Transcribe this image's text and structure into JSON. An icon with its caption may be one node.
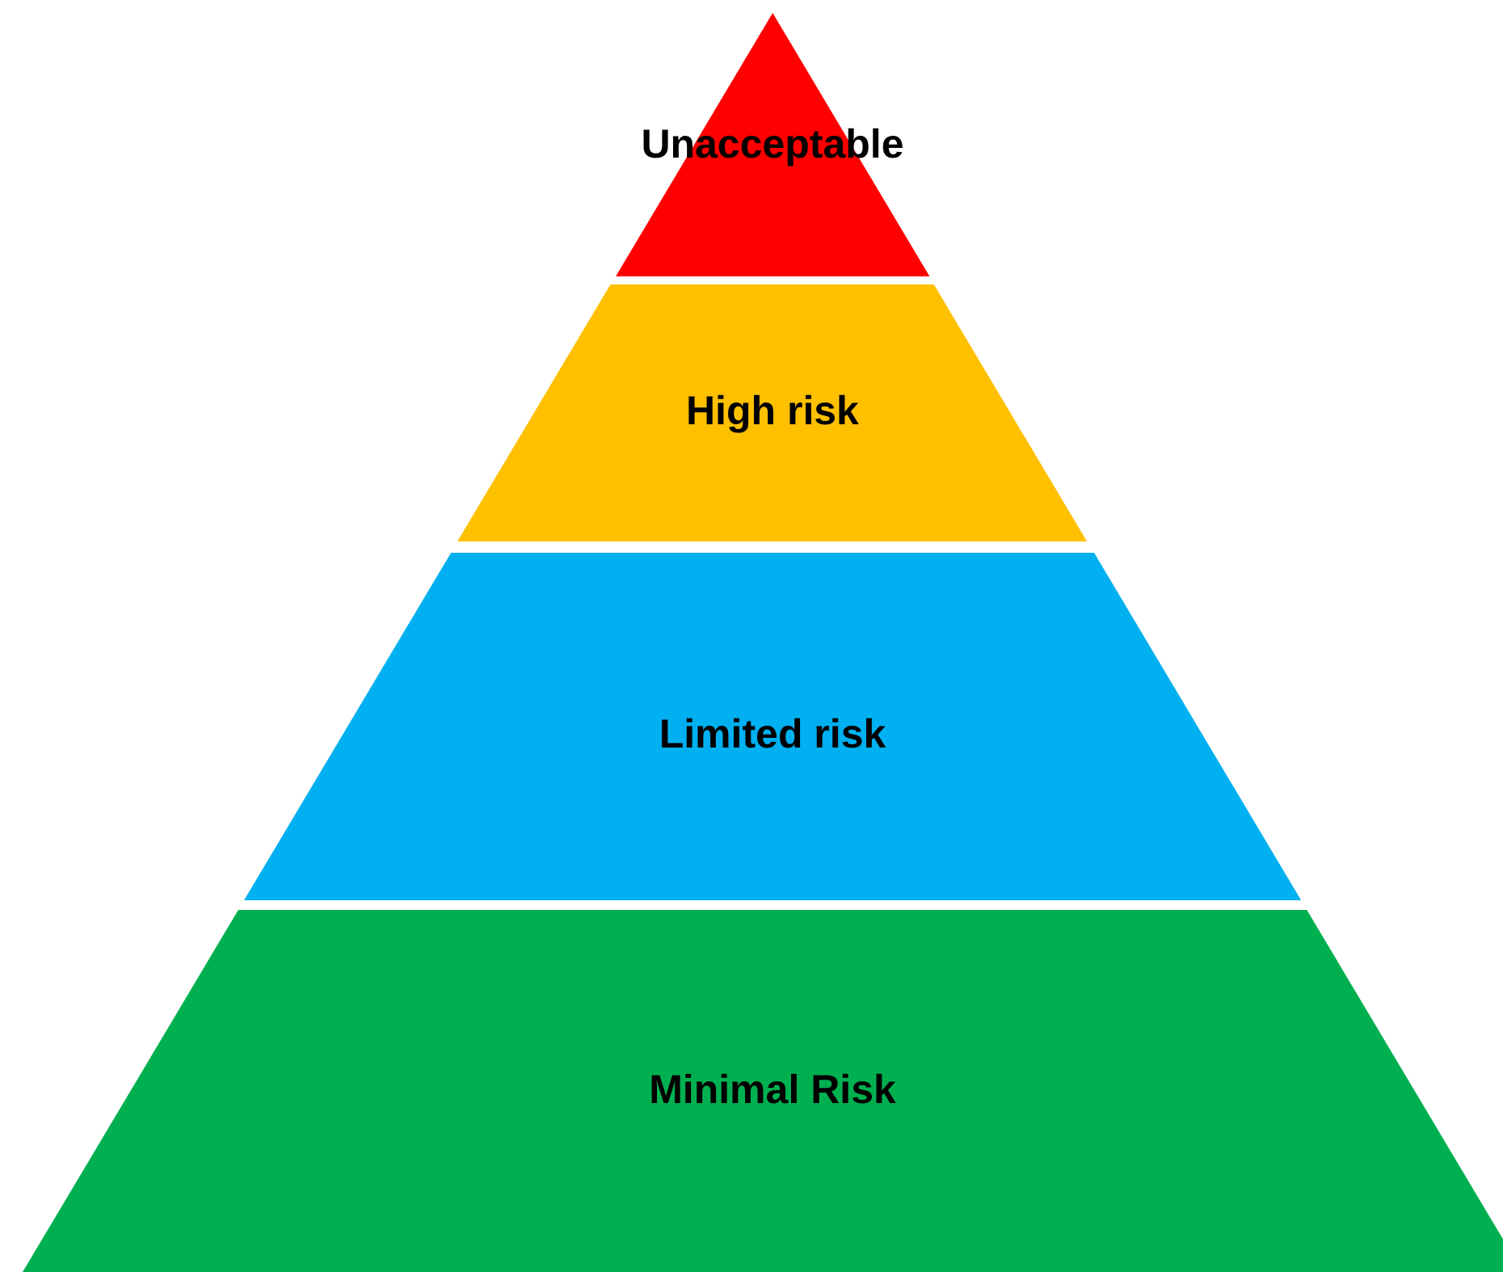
{
  "diagram": {
    "nodes": [
      {
        "text": [
          "Unacceptable"
        ]
      },
      {
        "text": [
          "High risk"
        ]
      },
      {
        "text": [
          "Limited risk"
        ]
      },
      {
        "text": [
          "Minimal Risk"
        ]
      }
    ]
  }
}
